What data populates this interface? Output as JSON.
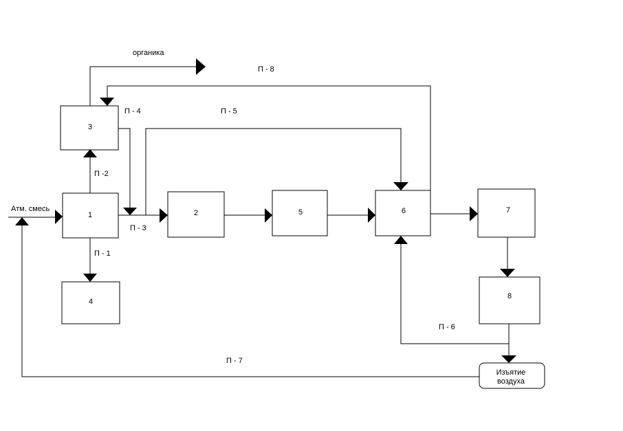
{
  "blocks": {
    "b1": "1",
    "b2": "2",
    "b3": "3",
    "b4": "4",
    "b5": "5",
    "b6": "6",
    "b7": "7",
    "b8": "8"
  },
  "extraction": {
    "line1": "Изъятие",
    "line2": "воздуха"
  },
  "inputs": {
    "atm_mix": "Атм. смесь",
    "organics": "органика"
  },
  "flows": {
    "p1": "П - 1",
    "p2": "П -2",
    "p3": "П - 3",
    "p4": "П - 4",
    "p5": "П - 5",
    "p6": "П - 6",
    "p7": "П - 7",
    "p8": "П - 8"
  }
}
